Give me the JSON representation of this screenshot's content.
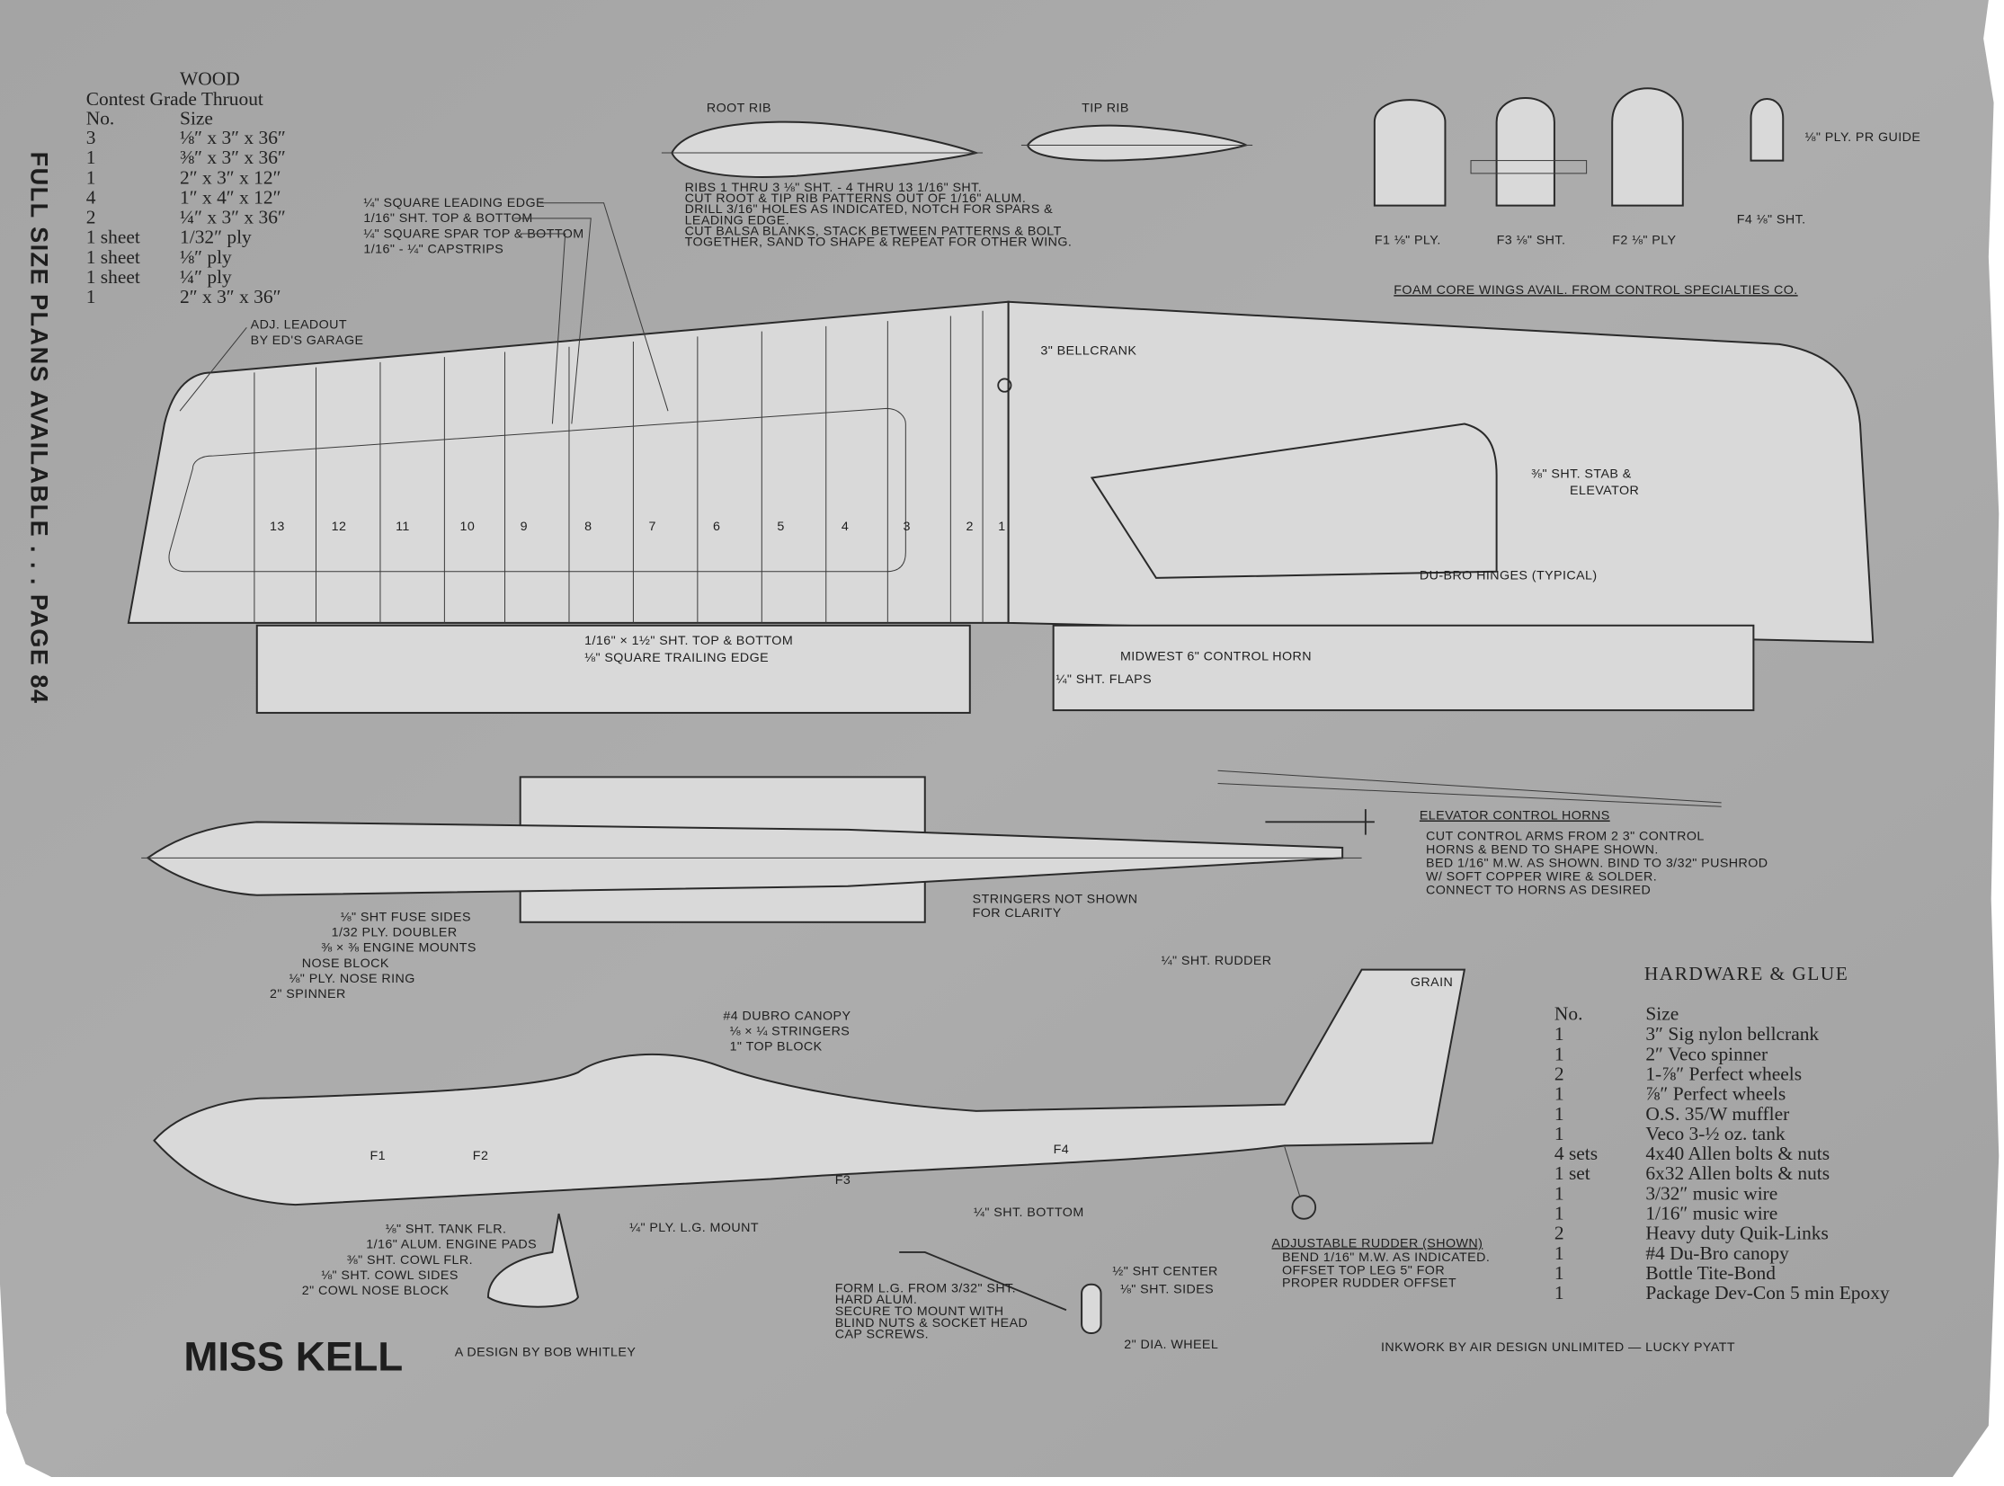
{
  "side_banner": "FULL SIZE PLANS AVAILABLE . . . PAGE 84",
  "wood": {
    "heading": "WOOD",
    "subheading": "Contest Grade Thruout",
    "col_no": "No.",
    "col_size": "Size",
    "rows": [
      {
        "no": "3",
        "size": "⅛″ x 3″ x 36″"
      },
      {
        "no": "1",
        "size": "⅜″ x 3″ x 36″"
      },
      {
        "no": "1",
        "size": "2″ x 3″ x 12″"
      },
      {
        "no": "4",
        "size": "1″ x 4″ x 12″"
      },
      {
        "no": "2",
        "size": "¼″ x 3″ x 36″"
      },
      {
        "no": "1 sheet",
        "size": "1/32″ ply"
      },
      {
        "no": "1 sheet",
        "size": "⅛″ ply"
      },
      {
        "no": "1 sheet",
        "size": "¼″ ply"
      },
      {
        "no": "1",
        "size": "2″ x 3″ x 36″"
      }
    ]
  },
  "ribs": {
    "root_label": "ROOT RIB",
    "tip_label": "TIP RIB",
    "notes": [
      "RIBS 1 THRU 3 ⅛\" SHT. - 4 THRU 13 1/16\" SHT.",
      "CUT ROOT & TIP RIB PATTERNS OUT OF 1/16\" ALUM.",
      "DRILL 3/16\" HOLES AS INDICATED, NOTCH FOR SPARS &",
      "LEADING EDGE.",
      "CUT BALSA BLANKS, STACK BETWEEN PATTERNS & BOLT",
      "TOGETHER, SAND TO SHAPE & REPEAT FOR OTHER WING."
    ]
  },
  "formers": {
    "f1": "F1 ⅛\" PLY.",
    "f3": "F3 ⅛\" SHT.",
    "f2": "F2 ⅛\" PLY",
    "f4": "F4 ⅛\" SHT.",
    "guide": "⅛\" PLY. PR GUIDE"
  },
  "wing_labels": {
    "foam": "FOAM CORE WINGS AVAIL. FROM CONTROL SPECIALTIES CO.",
    "le": "¼\" SQUARE LEADING EDGE",
    "sht": "1/16\" SHT. TOP & BOTTOM",
    "spar": "¼\" SQUARE SPAR TOP & BOTTOM",
    "cap": "1/16\" - ¼\" CAPSTRIPS",
    "leadout1": "ADJ. LEADOUT",
    "leadout2": "BY ED'S GARAGE",
    "bellcrank": "3\" BELLCRANK",
    "stab1": "⅜\" SHT. STAB &",
    "stab2": "ELEVATOR",
    "hinges": "DU-BRO HINGES (TYPICAL)",
    "te1": "1/16\" × 1½\" SHT. TOP & BOTTOM",
    "te2": "⅛\" SQUARE TRAILING EDGE",
    "horn": "MIDWEST 6\" CONTROL HORN",
    "flaps": "¼\" SHT. FLAPS",
    "rib_numbers": [
      "13",
      "12",
      "11",
      "10",
      "9",
      "8",
      "7",
      "6",
      "5",
      "4",
      "3",
      "2",
      "1"
    ]
  },
  "top_view": {
    "fuse_sides": "⅛\" SHT FUSE SIDES",
    "doubler": "1/32 PLY. DOUBLER",
    "mounts": "⅜ × ⅜ ENGINE MOUNTS",
    "nose_block": "NOSE BLOCK",
    "nose_ring": "⅛\" PLY. NOSE RING",
    "spinner": "2\" SPINNER",
    "stringers1": "STRINGERS NOT SHOWN",
    "stringers2": "FOR CLARITY"
  },
  "elevator_horns": {
    "title": "ELEVATOR CONTROL HORNS",
    "notes": [
      "CUT CONTROL ARMS FROM 2 3\" CONTROL",
      "HORNS & BEND TO SHAPE SHOWN.",
      "BED 1/16\" M.W. AS SHOWN. BIND TO 3/32\" PUSHROD",
      "W/ SOFT COPPER WIRE & SOLDER.",
      "CONNECT TO HORNS AS DESIRED"
    ]
  },
  "side_view": {
    "rudder": "¼\" SHT. RUDDER",
    "canopy": "#4 DUBRO CANOPY",
    "stringers": "⅛ × ¼ STRINGERS",
    "top_block": "1\" TOP BLOCK",
    "f1": "F1",
    "f2": "F2",
    "f3": "F3",
    "f4": "F4",
    "tank_flr": "⅛\" SHT. TANK FLR.",
    "engine_pads": "1/16\" ALUM. ENGINE PADS",
    "cowl_flr": "⅜\" SHT. COWL FLR.",
    "cowl_sides": "⅛\" SHT. COWL SIDES",
    "cowl_nose": "2\" COWL NOSE BLOCK",
    "lg_mount": "¼\" PLY. L.G. MOUNT",
    "bottom": "¼\" SHT. BOTTOM",
    "grain": "GRAIN"
  },
  "landing_gear": {
    "notes": [
      "FORM L.G. FROM 3/32\" SHT.",
      "HARD ALUM.",
      "SECURE TO MOUNT WITH",
      "BLIND NUTS & SOCKET HEAD",
      "CAP SCREWS."
    ],
    "center": "½\" SHT CENTER",
    "sides": "⅛\" SHT. SIDES",
    "wheel": "2\" DIA. WHEEL"
  },
  "rudder_note": {
    "title": "ADJUSTABLE RUDDER (SHOWN)",
    "lines": [
      "BEND 1/16\" M.W. AS INDICATED.",
      "OFFSET TOP LEG 5\" FOR",
      "PROPER RUDDER OFFSET"
    ]
  },
  "hardware": {
    "heading": "HARDWARE & GLUE",
    "col_no": "No.",
    "col_size": "Size",
    "rows": [
      {
        "no": "1",
        "size": "3″ Sig nylon bellcrank"
      },
      {
        "no": "1",
        "size": "2″ Veco spinner"
      },
      {
        "no": "2",
        "size": "1-⅞″ Perfect wheels"
      },
      {
        "no": "1",
        "size": "⅞″ Perfect wheels"
      },
      {
        "no": "1",
        "size": "O.S. 35/W muffler"
      },
      {
        "no": "1",
        "size": "Veco 3-½ oz. tank"
      },
      {
        "no": "4 sets",
        "size": "4x40 Allen bolts & nuts"
      },
      {
        "no": "1 set",
        "size": "6x32 Allen bolts & nuts"
      },
      {
        "no": "1",
        "size": "3/32″ music wire"
      },
      {
        "no": "1",
        "size": "1/16″ music wire"
      },
      {
        "no": "2",
        "size": "Heavy duty Quik-Links"
      },
      {
        "no": "1",
        "size": "#4 Du-Bro canopy"
      },
      {
        "no": "1",
        "size": "Bottle Tite-Bond"
      },
      {
        "no": "1",
        "size": "Package Dev-Con 5 min Epoxy"
      }
    ]
  },
  "title": "MISS KELL",
  "designer": "A DESIGN BY BOB WHITLEY",
  "inkwork": "INKWORK BY AIR DESIGN UNLIMITED — LUCKY PYATT",
  "colors": {
    "paper": "#a9a9a9",
    "part": "#d9d9d9",
    "ink": "#1e1e1e"
  }
}
